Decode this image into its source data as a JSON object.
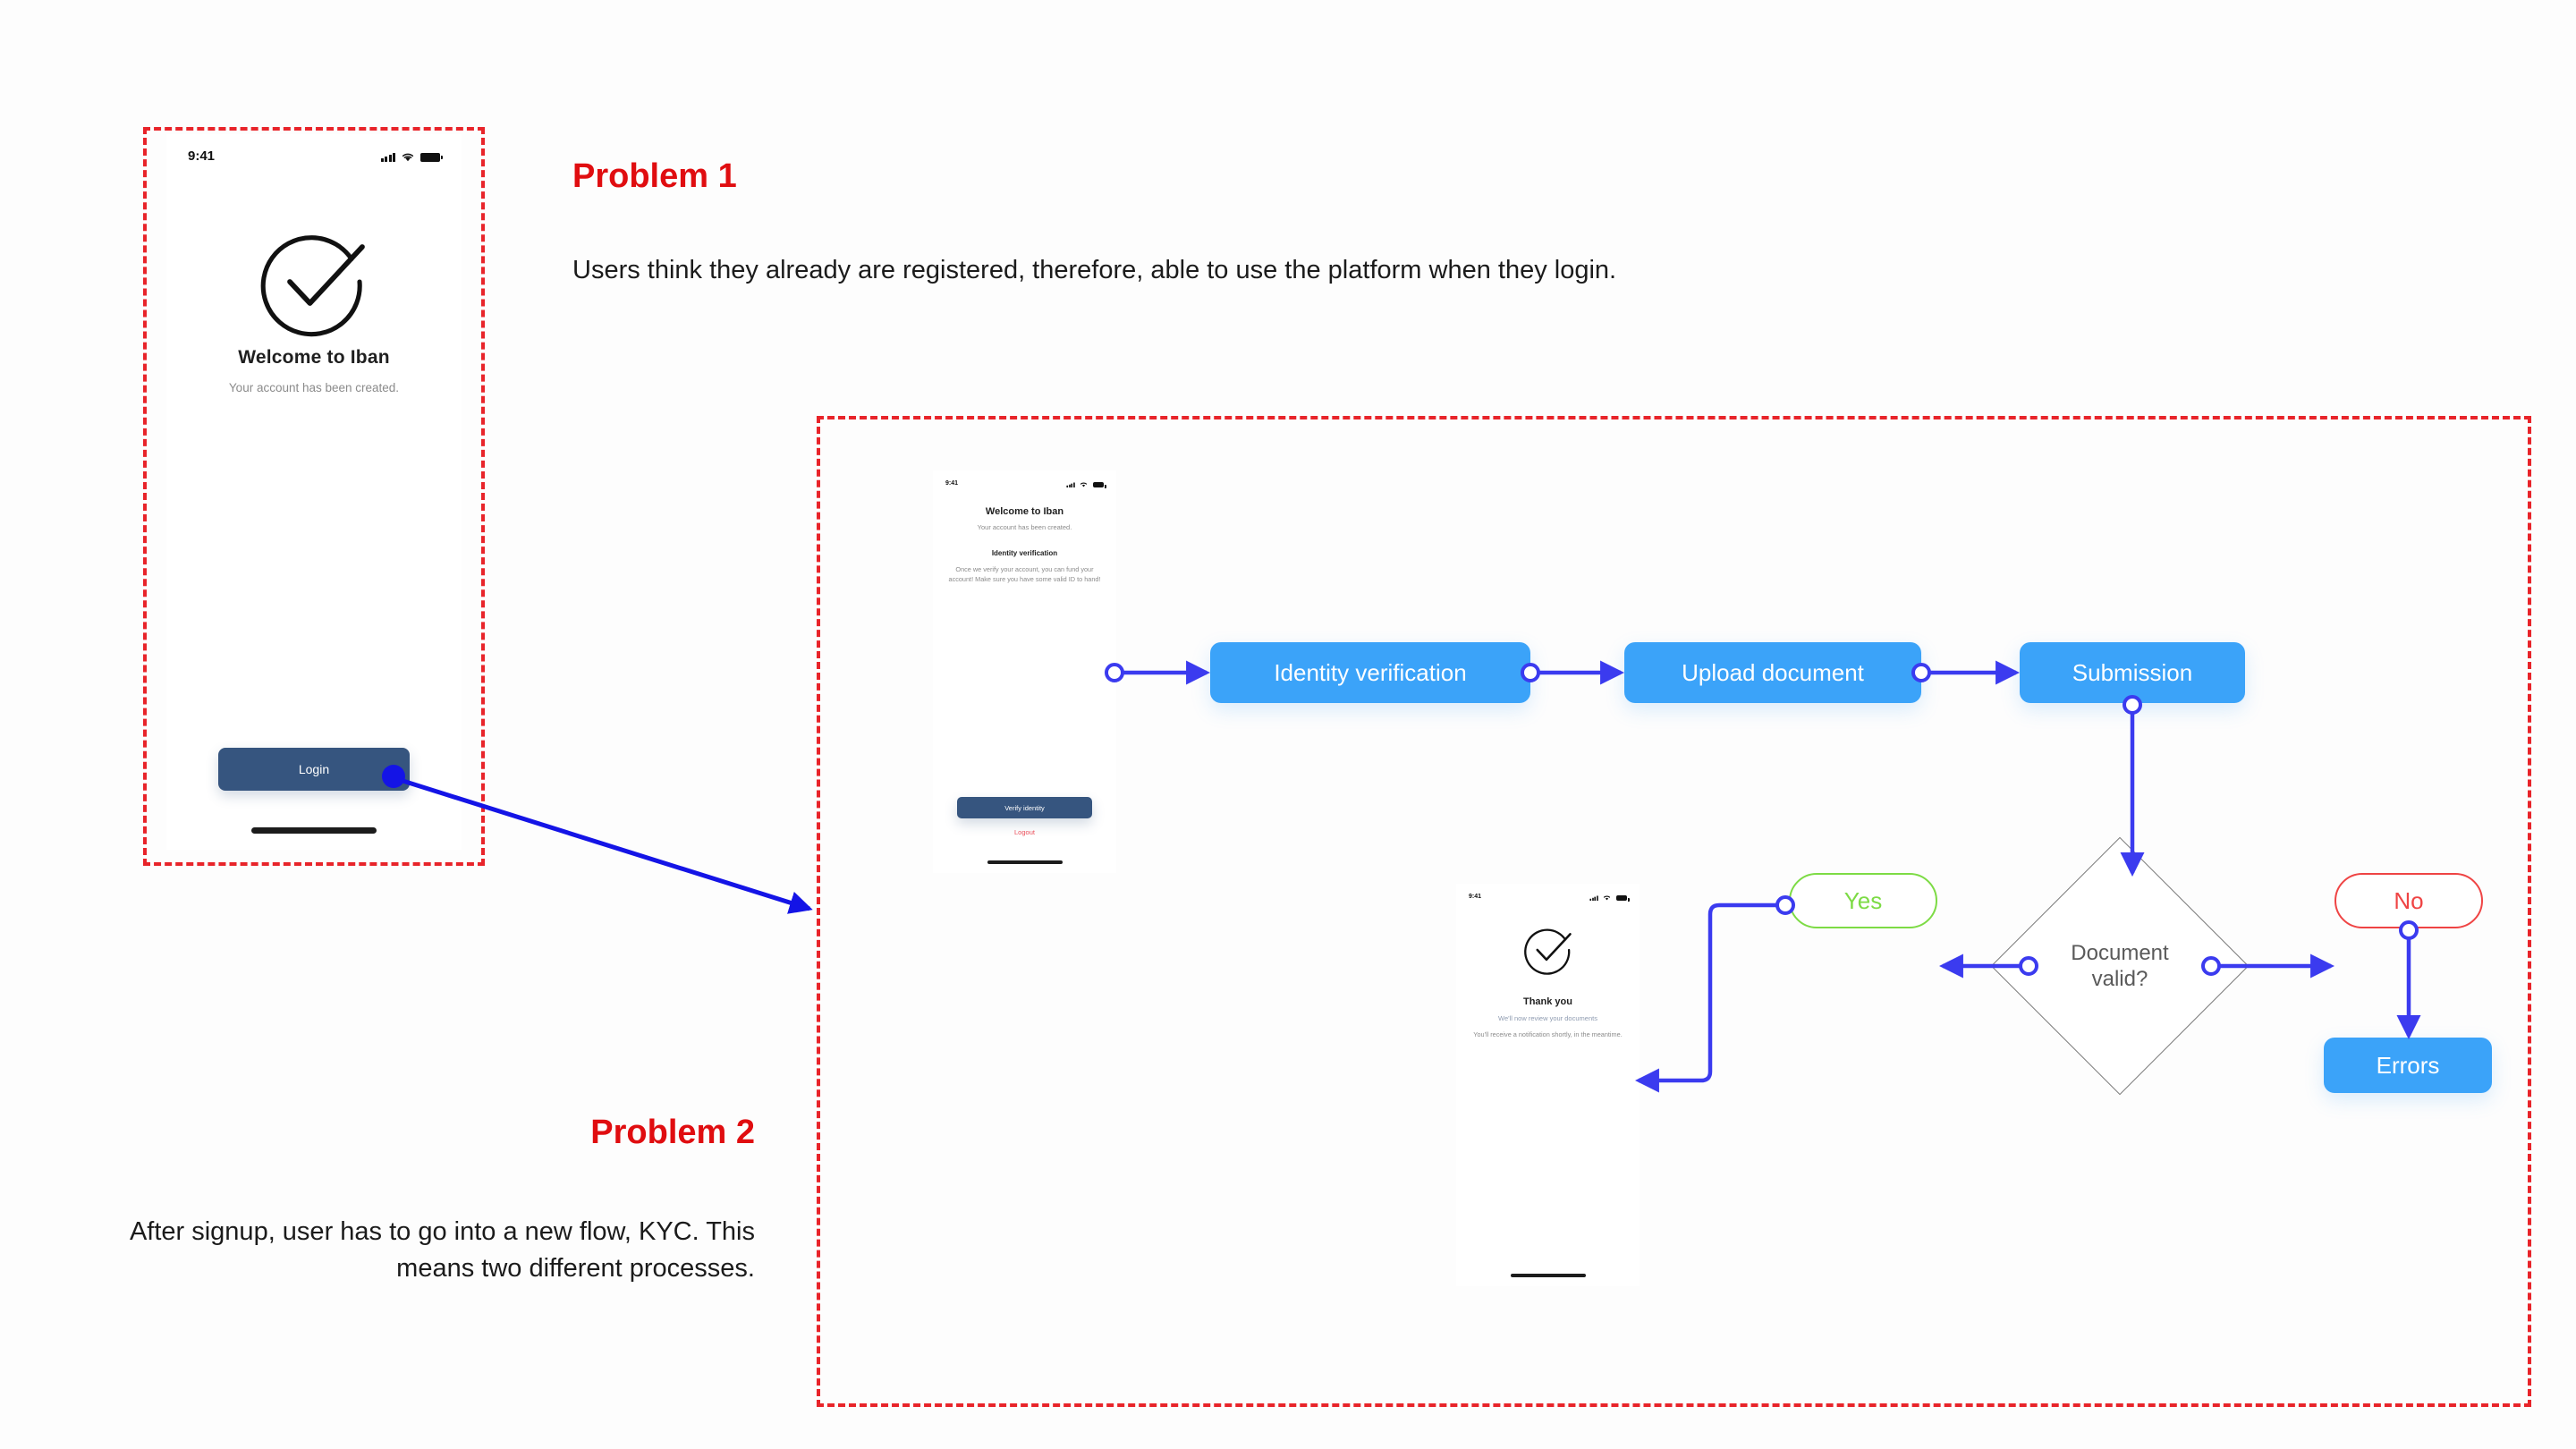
{
  "colors": {
    "accent_red": "#e00d10",
    "frame_dashed": "#e8242a",
    "node_blue": "#3ba3f9",
    "node_green": "#7ddb45",
    "node_red": "#ef4444",
    "connector_blue": "#3b3bef",
    "button_navy": "#36557f"
  },
  "problem1": {
    "title": "Problem 1",
    "body": "Users think they already are registered, therefore, able to use the platform when they login."
  },
  "problem2": {
    "title": "Problem 2",
    "body": "After signup, user has to go into a new flow, KYC. This means two different processes."
  },
  "phone_large": {
    "status_time": "9:41",
    "icons": {
      "signal": "signal-bars-icon",
      "wifi": "wifi-icon",
      "battery": "battery-icon"
    },
    "check_icon": "check-circle-icon",
    "title": "Welcome to Iban",
    "subtitle": "Your account has been created.",
    "button_label": "Login"
  },
  "phone_kyc": {
    "status_time": "9:41",
    "title": "Welcome to Iban",
    "subtitle": "Your account has been created.",
    "section_title": "Identity verification",
    "body": "Once we verify your account, you can fund your account! Make sure you have some valid ID to hand!",
    "button_label": "Verify identity",
    "link_label": "Logout"
  },
  "phone_thanks": {
    "status_time": "9:41",
    "check_icon": "check-circle-icon",
    "title": "Thank you",
    "subtitle": "We'll now review your documents",
    "body": "You'll receive a notification shortly, in the meantime."
  },
  "flow": {
    "nodes": [
      {
        "id": "identity",
        "label": "Identity verification",
        "shape": "rounded-rect",
        "color": "#3ba3f9"
      },
      {
        "id": "upload",
        "label": "Upload document",
        "shape": "rounded-rect",
        "color": "#3ba3f9"
      },
      {
        "id": "submit",
        "label": "Submission",
        "shape": "rounded-rect",
        "color": "#3ba3f9"
      },
      {
        "id": "decision",
        "label_line1": "Document",
        "label_line2": "valid?",
        "shape": "diamond",
        "color": "#5a5a5a"
      },
      {
        "id": "yes",
        "label": "Yes",
        "shape": "pill",
        "color": "#7ddb45"
      },
      {
        "id": "no",
        "label": "No",
        "shape": "pill",
        "color": "#ef4444"
      },
      {
        "id": "errors",
        "label": "Errors",
        "shape": "rounded-rect",
        "color": "#3ba3f9"
      }
    ]
  }
}
